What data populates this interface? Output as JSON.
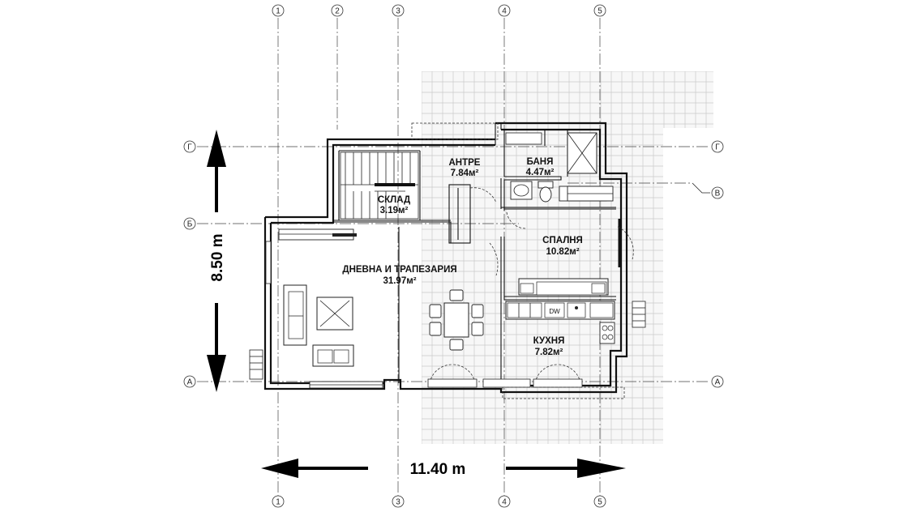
{
  "grid": {
    "columns": [
      "1",
      "2",
      "3",
      "4",
      "5"
    ],
    "rows": [
      "Г",
      "Б",
      "В",
      "А"
    ]
  },
  "dimensions": {
    "width": "11.40 m",
    "height": "8.50 m"
  },
  "rooms": {
    "antre": {
      "name": "АНТРЕ",
      "area": "7.84м²"
    },
    "banya": {
      "name": "БАНЯ",
      "area": "4.47м²"
    },
    "sklad": {
      "name": "СКЛАД",
      "area": "3.19м²"
    },
    "spalnya": {
      "name": "СПАЛНЯ",
      "area": "10.82м²"
    },
    "dnevna": {
      "name": "ДНЕВНА И ТРАПЕЗАРИЯ",
      "area": "31.97м²"
    },
    "kuhnya": {
      "name": "КУХНЯ",
      "area": "7.82м²"
    }
  },
  "appliances": {
    "dishwasher": "DW"
  },
  "colors": {
    "walls": "#111111",
    "terrace_grid": "#c9c9c9",
    "axis": "#444444"
  }
}
